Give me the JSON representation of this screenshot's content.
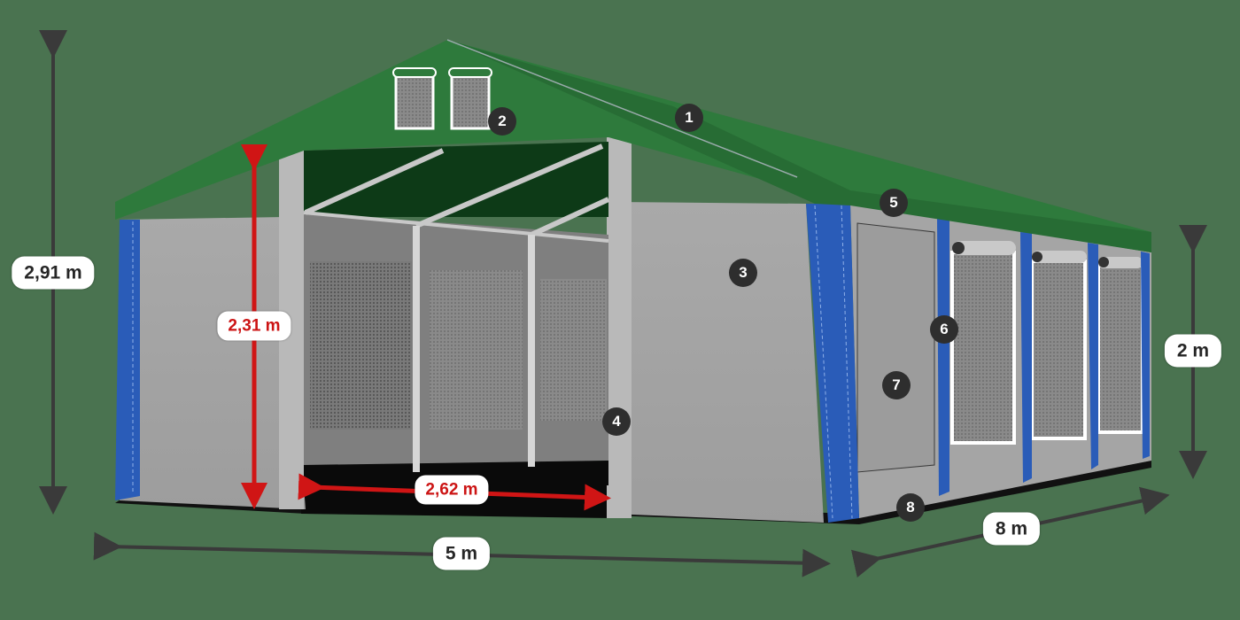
{
  "colors": {
    "background": "#4a7350",
    "roof_green": "#2e7a3c",
    "roof_green_dark": "#256a32",
    "interior_green": "#0d3a17",
    "wall_grey": "#a3a3a3",
    "wall_grey_light": "#b4b4b4",
    "belt_blue": "#2a5cb8",
    "dimension_dark": "#3a3a3a",
    "dimension_red": "#d01515",
    "marker_bg": "#2e2e2e"
  },
  "dimensions": {
    "total_height": "2,91 m",
    "entrance_height": "2,31 m",
    "entrance_width": "2,62 m",
    "side_wall_height": "2 m",
    "length": "8 m",
    "width": "5 m"
  },
  "markers": [
    {
      "number": "1",
      "part": "roof"
    },
    {
      "number": "2",
      "part": "gable-ventilation-windows"
    },
    {
      "number": "3",
      "part": "side-wall"
    },
    {
      "number": "4",
      "part": "entrance-zipper"
    },
    {
      "number": "5",
      "part": "roof-edge"
    },
    {
      "number": "6",
      "part": "tension-belt"
    },
    {
      "number": "7",
      "part": "door-panel"
    },
    {
      "number": "8",
      "part": "ground-skirt"
    }
  ]
}
